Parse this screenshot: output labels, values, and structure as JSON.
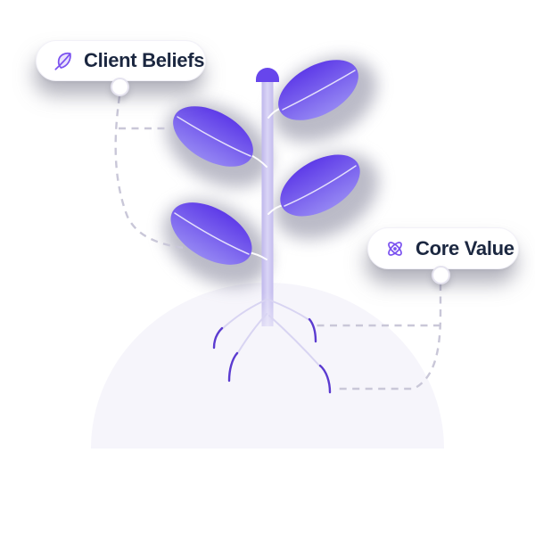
{
  "badges": {
    "client_beliefs": {
      "label": "Client Beliefs",
      "icon": "leaf-icon"
    },
    "core_value": {
      "label": "Core Value",
      "icon": "atom-icon"
    }
  },
  "illustration": {
    "type": "plant-with-four-leaves-growing-from-mound",
    "leaf_count": 4,
    "colors": {
      "leaf_dark": "#5e3be8",
      "leaf_light": "#9486f3",
      "stem_left": "#bfb7ec",
      "stem_mid": "#dad5f6",
      "stem_cap": "#6746ec",
      "mound": "#f6f5fb",
      "root_line": "#d8d4f2",
      "root_tip": "#5b3bd0",
      "dashed_line": "#c9c7d8",
      "icon_purple": "#7b52f0",
      "badge_text": "#1b2740",
      "shadow_gray": "#83839a",
      "background": "#ffffff"
    }
  }
}
